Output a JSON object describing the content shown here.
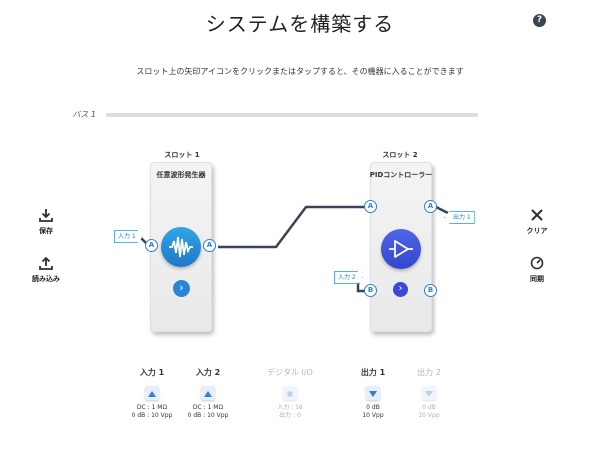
{
  "header": {
    "title": "システムを構築する",
    "help_label": "?"
  },
  "instruction": "スロット上の矢印アイコンをクリックまたはタップすると、その機器に入ることができます",
  "bus": {
    "label": "バス 1"
  },
  "slots": [
    {
      "title": "スロット 1",
      "device": "任意波形発生器",
      "input_port": "A",
      "output_port": "A",
      "input_tag": "入力 1",
      "enter_icon": "chevron-right-icon",
      "icon": "waveform-icon"
    },
    {
      "title": "スロット 2",
      "device": "PIDコントローラー",
      "input_a": "A",
      "input_b": "B",
      "output_a": "A",
      "output_b": "B",
      "input_tag": "入力 2",
      "output_tag": "出力 1",
      "enter_icon": "chevron-right-icon",
      "icon": "amplifier-icon"
    }
  ],
  "left_actions": {
    "save": "保存",
    "load": "読み込み"
  },
  "right_actions": {
    "clear": "クリア",
    "sync": "同期"
  },
  "io": [
    {
      "label": "入力 1",
      "line1": "DC : 1 MΩ",
      "line2": "0 dB : 10 Vpp",
      "direction": "up",
      "enabled": true
    },
    {
      "label": "入力 2",
      "line1": "DC : 1 MΩ",
      "line2": "0 dB : 10 Vpp",
      "direction": "up",
      "enabled": true
    },
    {
      "label": "デジタル I/O",
      "line1": "入力 : 16",
      "line2": "出力 : 0",
      "direction": "square",
      "enabled": false
    },
    {
      "label": "出力 1",
      "line1": "0 dB",
      "line2": "10 Vpp",
      "direction": "down",
      "enabled": true
    },
    {
      "label": "出力 2",
      "line1": "0 dB",
      "line2": "10 Vpp",
      "direction": "down",
      "enabled": false
    }
  ],
  "colors": {
    "accent": "#2f7fd6",
    "wire": "#3b4454",
    "pid": "#3b49d6"
  }
}
